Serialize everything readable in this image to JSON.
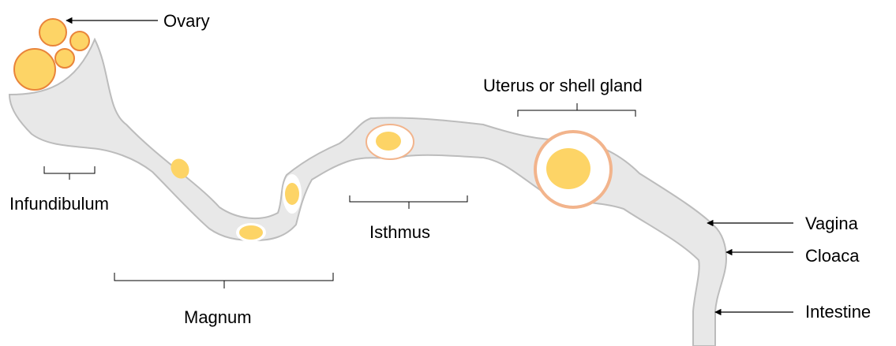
{
  "labels": {
    "ovary": "Ovary",
    "infundibulum": "Infundibulum",
    "magnum": "Magnum",
    "isthmus": "Isthmus",
    "uterus": "Uterus or shell gland",
    "vagina": "Vagina",
    "cloaca": "Cloaca",
    "intestine": "Intestine"
  },
  "colors": {
    "tract_fill": "#e8e8e8",
    "tract_stroke": "#bcbcbc",
    "yolk": "#fdd466",
    "yolk_outline": "#e9843a",
    "albumen_ring": "#f2b48c",
    "line": "#000000"
  }
}
